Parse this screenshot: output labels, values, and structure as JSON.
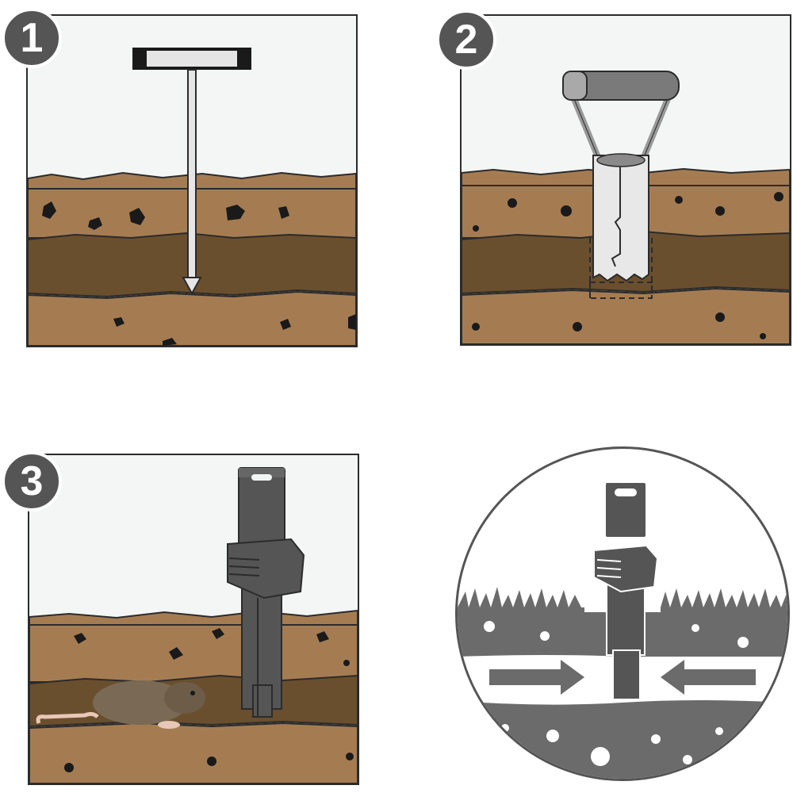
{
  "steps": [
    {
      "number": "1",
      "icon": "probe-rod-icon"
    },
    {
      "number": "2",
      "icon": "soil-corer-icon"
    },
    {
      "number": "3",
      "icon": "mole-trap-icon"
    }
  ],
  "detail": {
    "icon": "trap-closeup-icon"
  },
  "colors": {
    "badge": "#555555",
    "topsoil": "#a57c52",
    "tunnel": "#6a4f2e",
    "stone": "#1a1a1a",
    "trap": "#555555",
    "detail_gray": "#6b6b6b"
  }
}
